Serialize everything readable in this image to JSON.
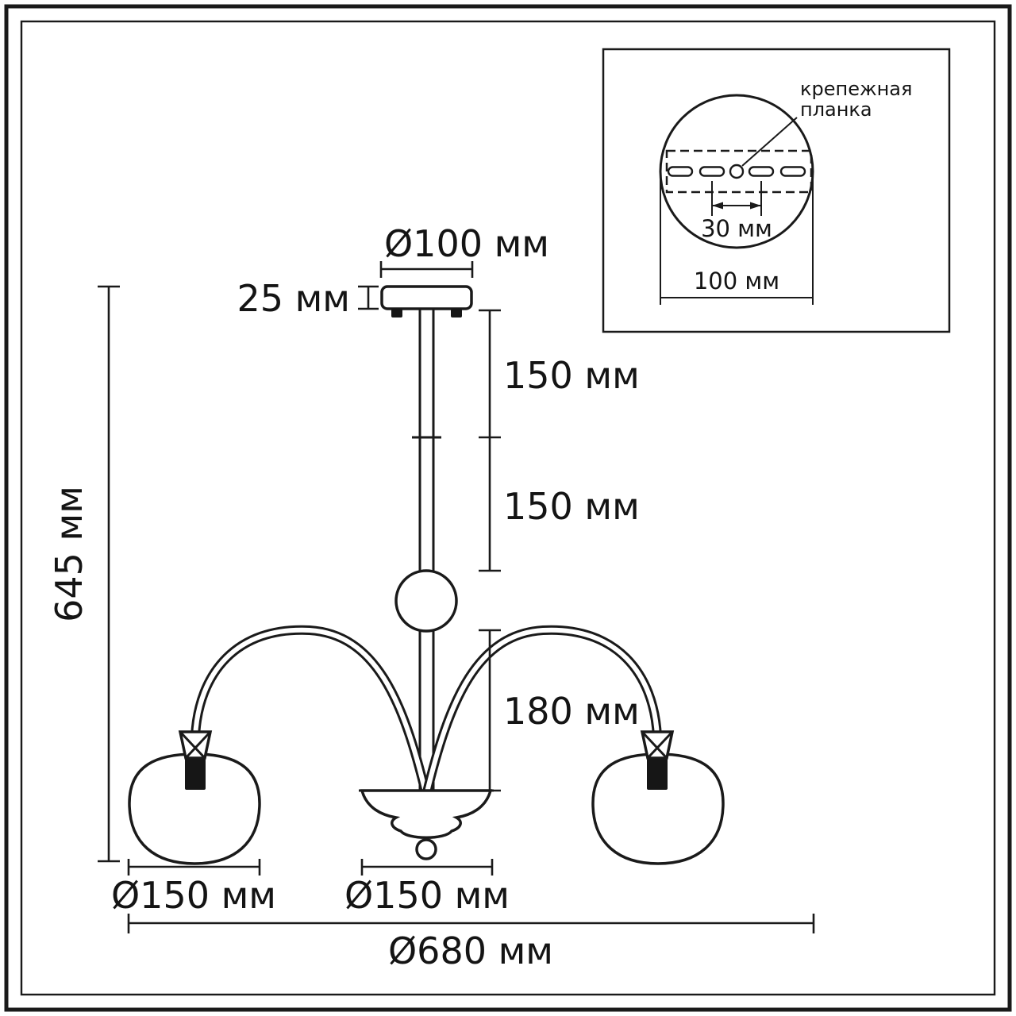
{
  "meta": {
    "background_color": "#ffffff",
    "ink_color": "#1a1a1a",
    "description": "Technical dimension drawing of a 2-arm chandelier with ceiling mount detail inset"
  },
  "dimensions": {
    "canopy_diameter": "Ø100 мм",
    "canopy_height": "25 мм",
    "stem_upper": "150 мм",
    "stem_lower": "150 мм",
    "arm_height": "180 мм",
    "total_height": "645 мм",
    "shade_diameter": "Ø150 мм",
    "center_body_diameter": "Ø150 мм",
    "total_width": "Ø680 мм"
  },
  "inset": {
    "callout_line1": "крепежная",
    "callout_line2": "планка",
    "slot_spacing": "30 мм",
    "plate_diameter": "100 мм"
  }
}
